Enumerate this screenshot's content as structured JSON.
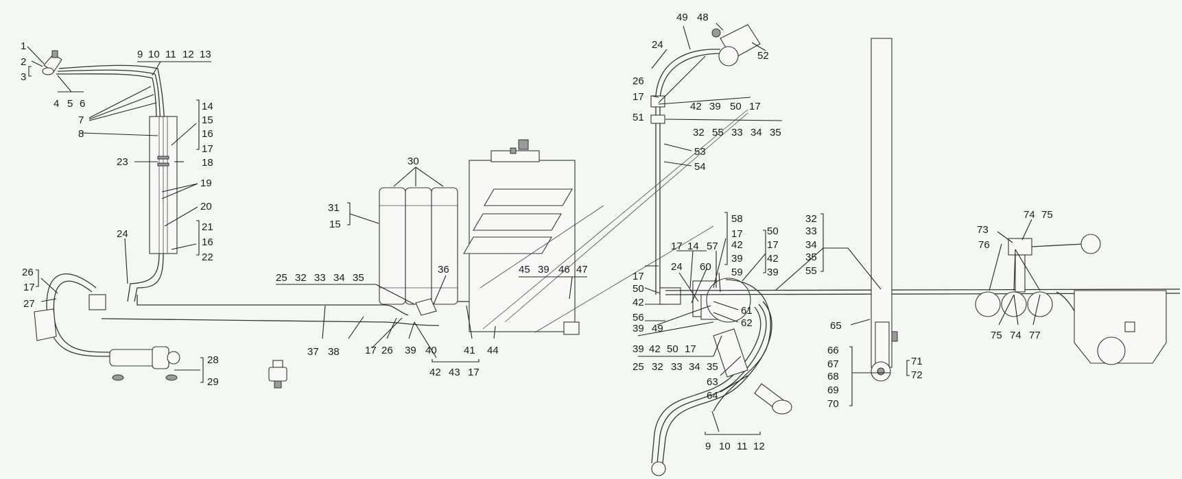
{
  "diagram": {
    "background_color": "#f4f8f2",
    "line_color": "#222222",
    "labels": {
      "L1": "1",
      "L2": "2",
      "L3": "3",
      "L4": "4",
      "L5": "5",
      "L6": "6",
      "L7": "7",
      "L8": "8",
      "L9": "9",
      "L10": "10",
      "L11": "11",
      "L12": "12",
      "L13": "13",
      "L14": "14",
      "L15": "15",
      "L16": "16",
      "L17": "17",
      "L18": "18",
      "L19": "19",
      "L20": "20",
      "L21": "21",
      "L16b": "16",
      "L22": "22",
      "L23": "23",
      "L24": "24",
      "L26": "26",
      "L17b": "17",
      "L27": "27",
      "L28": "28",
      "L29": "29",
      "L30": "30",
      "L31": "31",
      "L15b": "15",
      "L25": "25",
      "L32": "32",
      "L33": "33",
      "L34": "34",
      "L35": "35",
      "L36": "36",
      "L37": "37",
      "L38": "38",
      "L17c": "17",
      "L26b": "26",
      "L39": "39",
      "L40": "40",
      "L41": "41",
      "L44": "44",
      "L42": "42",
      "L43": "43",
      "L17d": "17",
      "L45": "45",
      "L39b": "39",
      "L46": "46",
      "L47": "47",
      "L49": "49",
      "L48": "48",
      "L52": "52",
      "L24b": "24",
      "L26c": "26",
      "L17e": "17",
      "L51": "51",
      "L42b": "42",
      "L39c": "39",
      "L50": "50",
      "L17f": "17",
      "L32b": "32",
      "L55": "55",
      "L33b": "33",
      "L34b": "34",
      "L35b": "35",
      "L53": "53",
      "L54": "54",
      "L58": "58",
      "L17g": "17",
      "L42c": "42",
      "L39d": "39",
      "L17h": "17",
      "L14b": "14",
      "L57": "57",
      "L24c": "24",
      "L60": "60",
      "L59": "59",
      "L50b": "50",
      "L17i": "17",
      "L42d": "42",
      "L39e": "39",
      "L17j": "17",
      "L50c": "50",
      "L42e": "42",
      "L56": "56",
      "L39f": "39",
      "L49b": "49",
      "L61": "61",
      "L62": "62",
      "L39g": "39",
      "L42f": "42",
      "L50d": "50",
      "L17k": "17",
      "L25b": "25",
      "L32c": "32",
      "L33c": "33",
      "L34c": "34",
      "L35c": "35",
      "L63": "63",
      "L64": "64",
      "L9b": "9",
      "L10b": "10",
      "L11b": "11",
      "L12b": "12",
      "L32d": "32",
      "L33d": "33",
      "L34d": "34",
      "L35d": "35",
      "L55b": "55",
      "L65": "65",
      "L66": "66",
      "L67": "67",
      "L68": "68",
      "L69": "69",
      "L70": "70",
      "L71": "71",
      "L72": "72",
      "L73": "73",
      "L74": "74",
      "L75": "75",
      "L76": "76",
      "L75b": "75",
      "L74b": "74",
      "L77": "77"
    }
  }
}
